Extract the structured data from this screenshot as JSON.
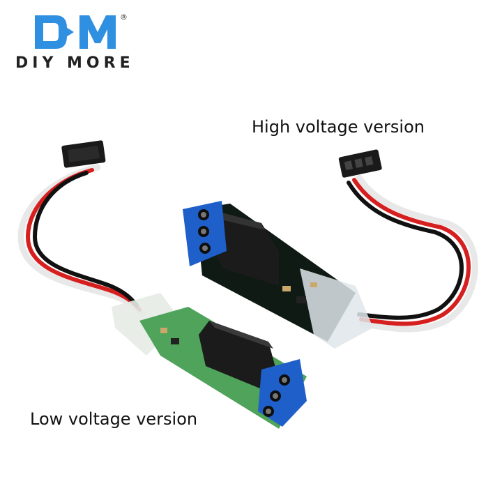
{
  "brand": {
    "logo_mark": "DM",
    "registered": "®",
    "wordmark": "DIY MORE",
    "color": "#2f8fe0"
  },
  "captions": {
    "high": "High voltage version",
    "low": "Low voltage version"
  },
  "products": [
    {
      "variant": "high",
      "board_color": "#0f1a14",
      "terminal_color": "#1f5fc9"
    },
    {
      "variant": "low",
      "board_color": "#4fa35a",
      "terminal_color": "#1f5fc9"
    }
  ]
}
